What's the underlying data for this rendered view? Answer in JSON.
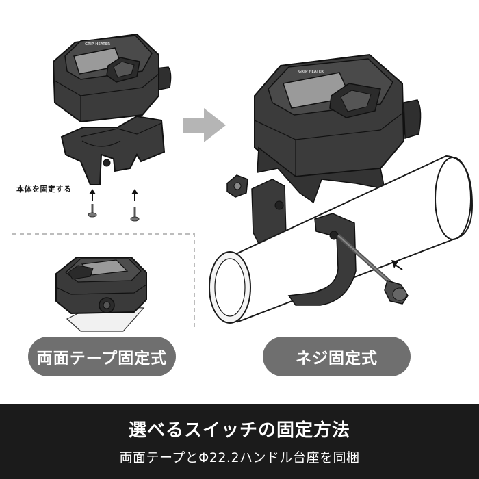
{
  "labels": {
    "screw_note": "本体を固定する",
    "tape_method": "両面テープ固定式",
    "screw_method": "ネジ固定式"
  },
  "device": {
    "top_label": "GRIP HEATER",
    "side_label": "GRIP HEATER"
  },
  "footer": {
    "title": "選べるスイッチの固定方法",
    "subtitle": "両面テープとΦ22.2ハンドル台座を同梱"
  },
  "colors": {
    "body_dark": "#3a3a3a",
    "body_darker": "#2a2a2a",
    "screen": "#9a9a9a",
    "pill": "#6f6f6f",
    "footer_bg": "#1b1b1b",
    "arrow_gray": "#b5b5b5"
  }
}
